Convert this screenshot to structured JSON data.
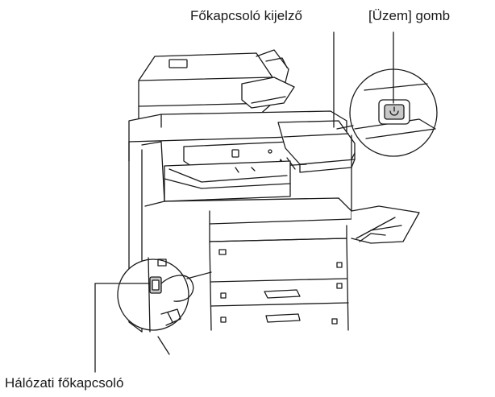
{
  "labels": {
    "main_power_indicator": "Főkapcsoló kijelző",
    "power_button": "[Üzem] gomb",
    "main_power_switch": "Hálózati főkapcsoló"
  },
  "icons": {
    "power_button_symbol": "power-icon"
  },
  "colors": {
    "line": "#1a1a1a",
    "shade": "#c8c8c8",
    "background": "#ffffff"
  }
}
